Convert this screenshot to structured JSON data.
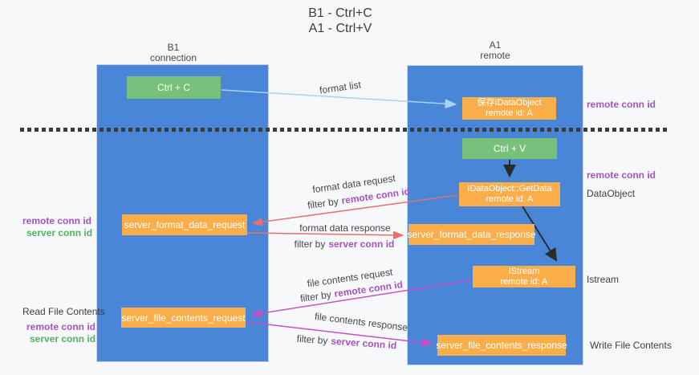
{
  "title": {
    "line1": "B1 - Ctrl+C",
    "line2": "A1 - Ctrl+V"
  },
  "lanes": {
    "left_name": "B1",
    "left_sub": "connection",
    "right_name": "A1",
    "right_sub": "remote"
  },
  "nodes": {
    "ctrl_c": "Ctrl + C",
    "ctrl_v": "Ctrl + V",
    "save_obj_line1": "保存IDataObject",
    "save_obj_line2": "remote id: A",
    "getdata_line1": "IDataObject::GetData",
    "getdata_line2": "remote id: A",
    "format_request": "server_format_data_request",
    "format_response": "server_format_data_response",
    "istream_line1": "IStream",
    "istream_line2": "remote id: A",
    "file_request": "server_file_contents_request",
    "file_response": "server_file_contents_response"
  },
  "edges": {
    "format_list": "format list",
    "format_data_request": "format data request",
    "format_data_response": "format data response",
    "file_contents_request": "file contents request",
    "file_contents_response": "file contents response",
    "filter_by": "filter by",
    "remote_conn_id": "remote conn id",
    "server_conn_id": "server conn id"
  },
  "side_labels": {
    "remote_conn_id": "remote conn id",
    "server_conn_id": "server conn id",
    "dataobject": "DataObject",
    "istream": "Istream",
    "read_file_contents": "Read File Contents",
    "write_file_contents": "Write File Contents"
  },
  "colors": {
    "lane_blue": "#4a86d8",
    "node_orange": "#f9ae49",
    "node_green": "#77c17a",
    "arrow_red": "#e5706f",
    "arrow_magenta": "#ca4ec2",
    "arrow_light_blue": "#a8d3f2",
    "arrow_black": "#2b2b2b",
    "label_purple": "#a653c1",
    "label_green": "#53b25f",
    "text_dark": "#3b3e42",
    "background": "#f7f8f9"
  }
}
